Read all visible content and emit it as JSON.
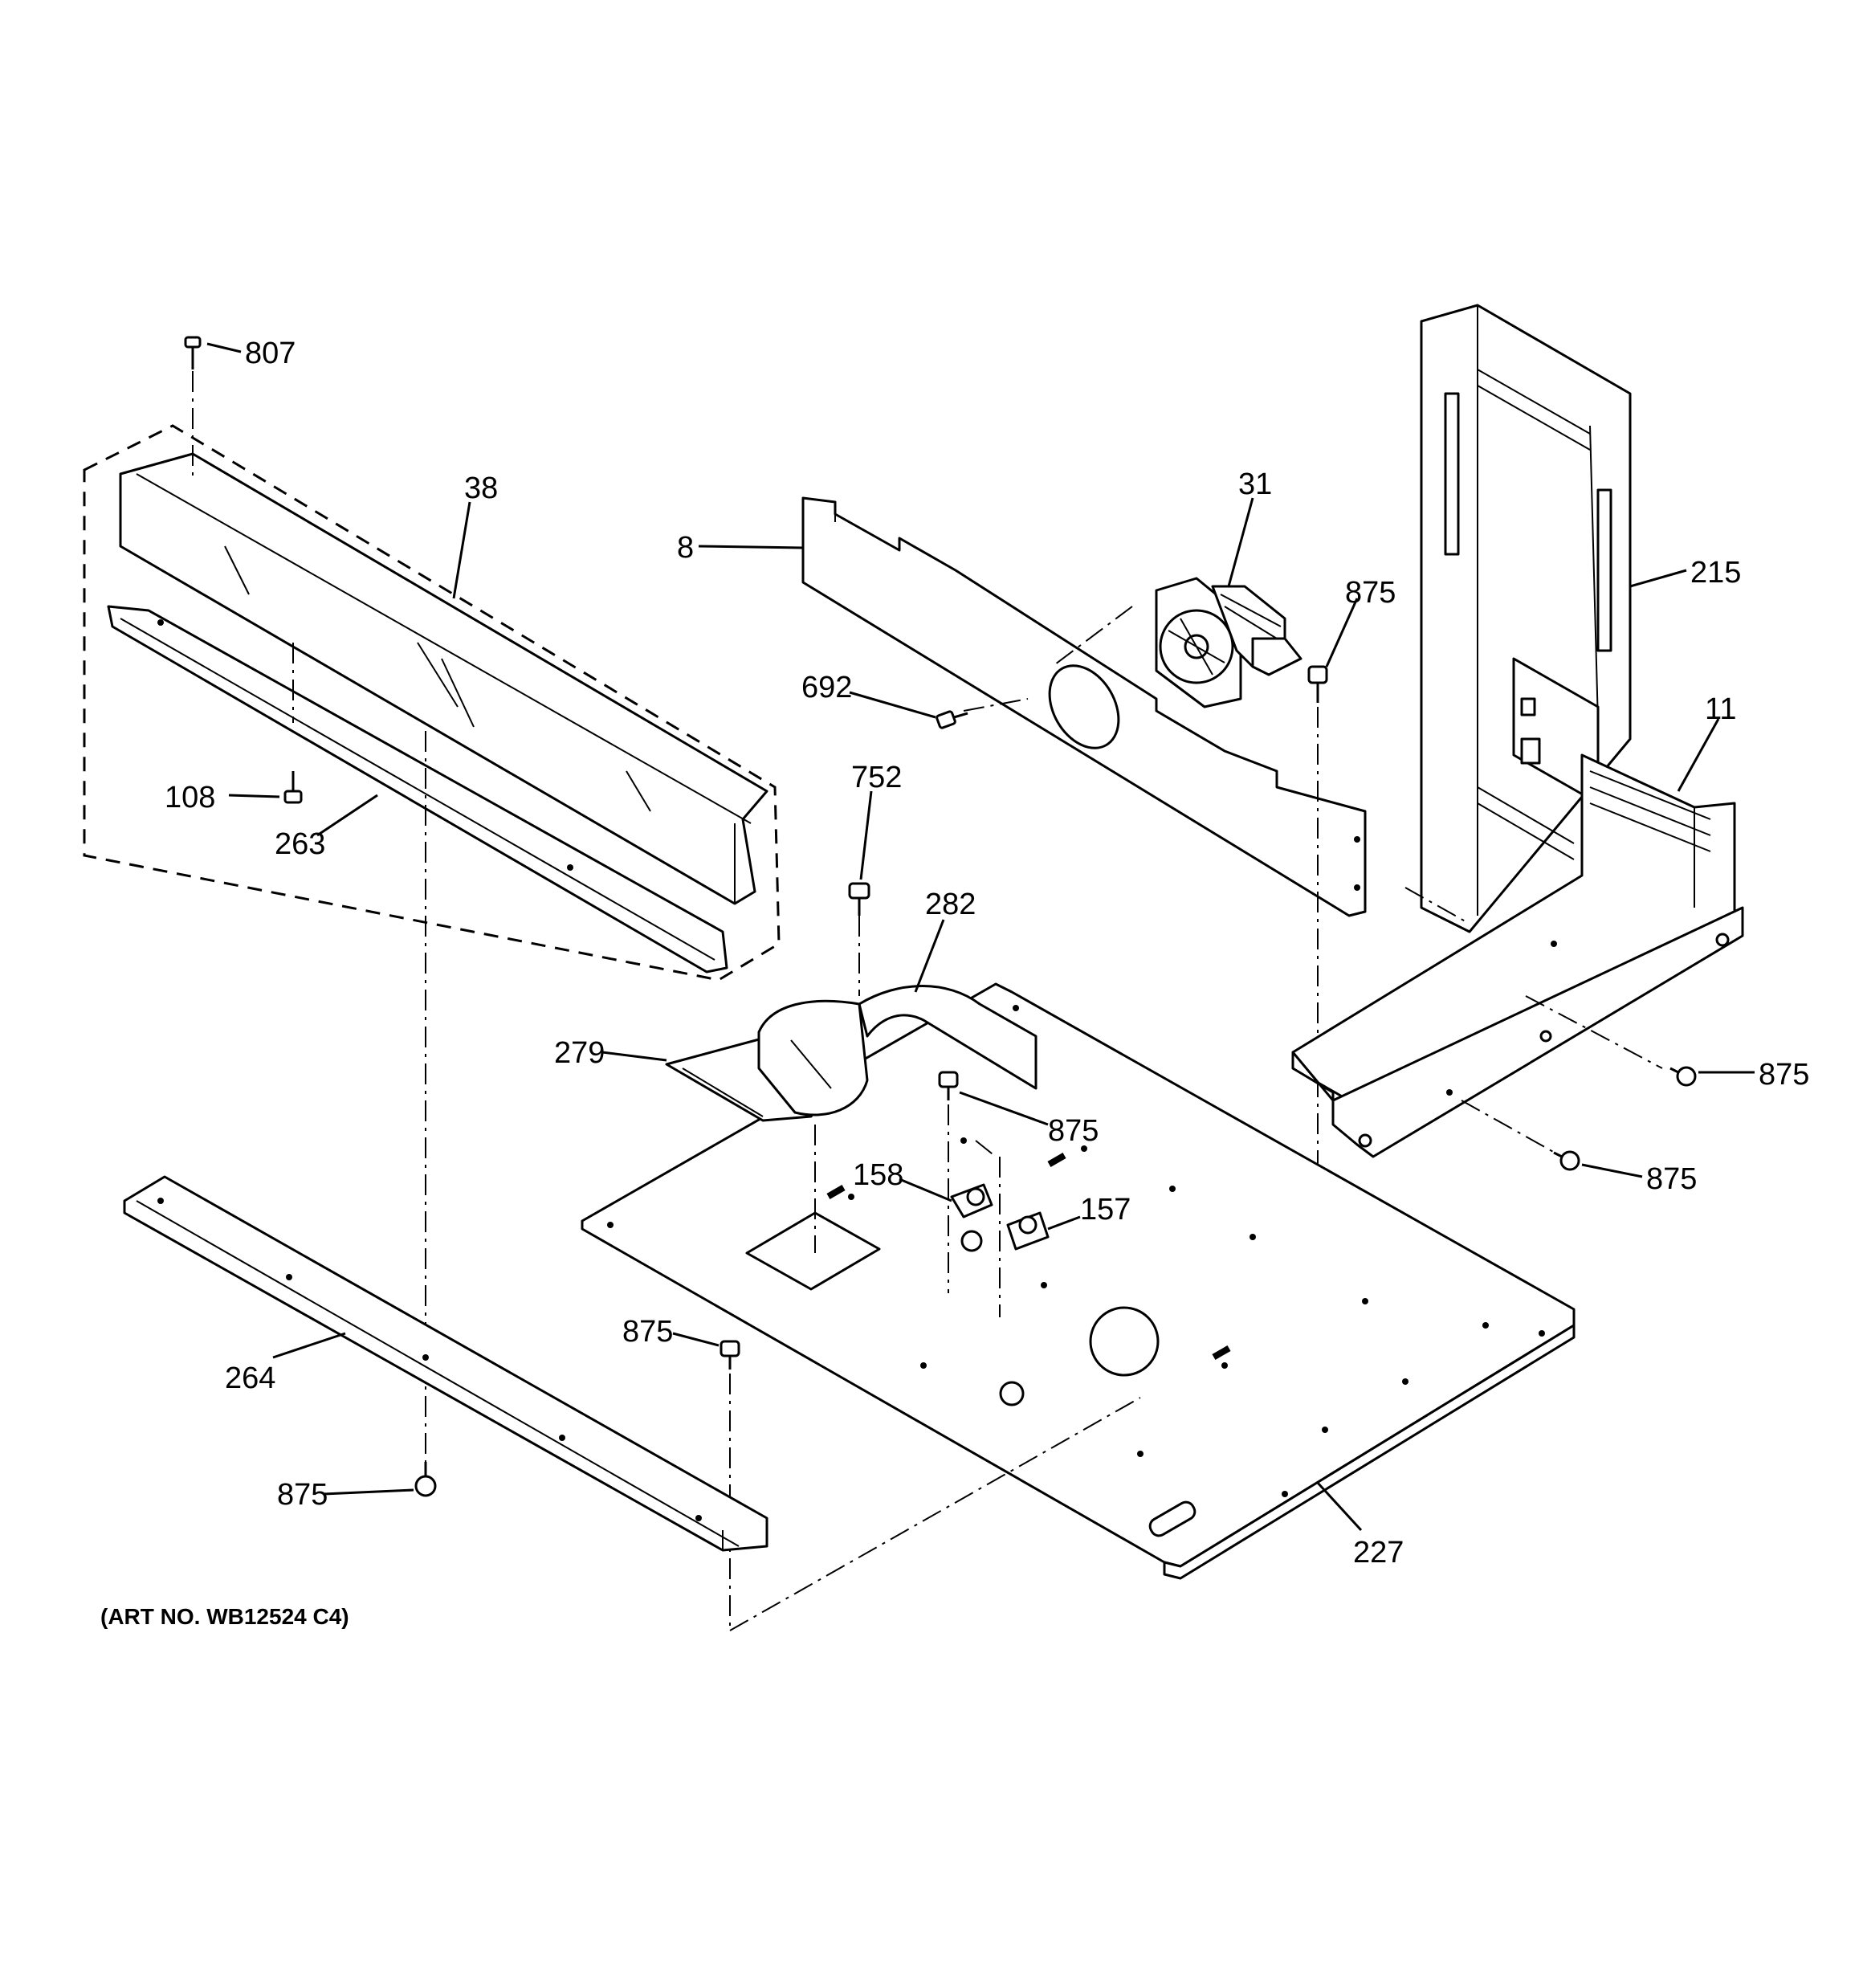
{
  "callouts": {
    "c807": "807",
    "c38": "38",
    "c108": "108",
    "c263": "263",
    "c8": "8",
    "c31": "31",
    "c875a": "875",
    "c215": "215",
    "c692": "692",
    "c11": "11",
    "c752": "752",
    "c282": "282",
    "c279": "279",
    "c875b": "875",
    "c875c": "875",
    "c875d": "875",
    "c158": "158",
    "c157": "157",
    "c264": "264",
    "c875e": "875",
    "c875f": "875",
    "c227": "227"
  },
  "art_number": "(ART NO. WB12524 C4)"
}
